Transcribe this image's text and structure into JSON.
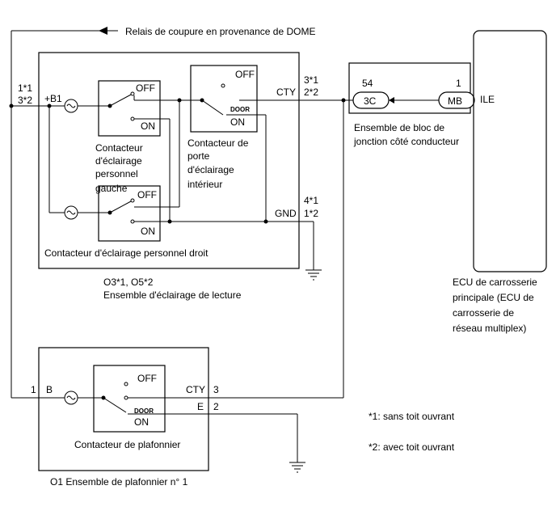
{
  "relay_label": "Relais de coupure en provenance de DOME",
  "reading_lamp": {
    "pins_left": [
      "1*1",
      "3*2"
    ],
    "b1_label": "+B1",
    "cty_label": "CTY",
    "cty_pins": [
      "3*1",
      "2*2"
    ],
    "gnd_label": "GND",
    "gnd_pins": [
      "4*1",
      "1*2"
    ],
    "left_switch_label": [
      "Contacteur",
      "d'éclairage",
      "personnel",
      "gauche"
    ],
    "door_switch_label": [
      "Contacteur de",
      "porte",
      "d'éclairage",
      "intérieur"
    ],
    "right_switch_label": "Contacteur d'éclairage personnel droit",
    "codes": "O3*1, O5*2",
    "name": "Ensemble d'éclairage de lecture"
  },
  "switch_states": {
    "off": "OFF",
    "on": "ON",
    "door": "DOOR"
  },
  "junction": {
    "pin_left": "54",
    "pin_left_code": "3C",
    "pin_right": "1",
    "pin_right_code": "MB",
    "name": [
      "Ensemble de bloc de",
      "jonction côté conducteur"
    ]
  },
  "ecu": {
    "pin": "ILE",
    "name": [
      "ECU de carrosserie",
      "principale (ECU de",
      "carrosserie de",
      "réseau multiplex)"
    ]
  },
  "dome": {
    "pin_b_num": "1",
    "pin_b": "B",
    "cty_label": "CTY",
    "cty_pin": "3",
    "e_label": "E",
    "e_pin": "2",
    "switch_label": "Contacteur de plafonnier",
    "name": "O1  Ensemble de plafonnier n° 1"
  },
  "notes": [
    "*1: sans toit ouvrant",
    "*2: avec toit ouvrant"
  ]
}
